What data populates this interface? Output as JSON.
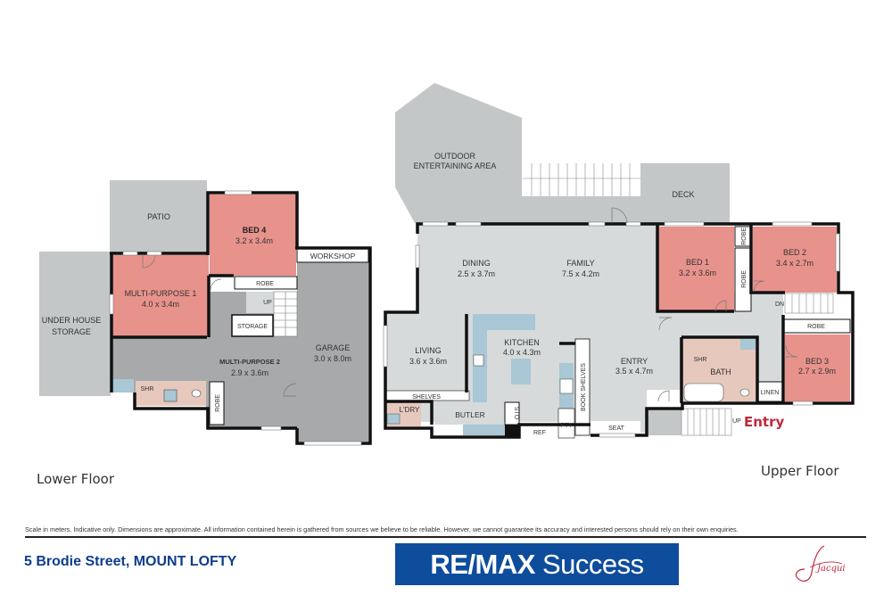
{
  "colors": {
    "wall": "#111111",
    "outdoor": "#c3c7c8",
    "interior": "#d6dadb",
    "lower_interior": "#a7a9aa",
    "bedroom": "#e8928c",
    "wet_area": "#e6c8bc",
    "bench": "#a9c7d4",
    "white_fixture": "#ffffff",
    "entry_text": "#c0283d",
    "address_text": "#0e3d8c",
    "brand_bg": "#0e4c9c"
  },
  "floor_labels": {
    "lower": "Lower Floor",
    "upper": "Upper Floor"
  },
  "lower_floor": {
    "rooms": [
      {
        "name": "PATIO",
        "dims": ""
      },
      {
        "name": "UNDER HOUSE",
        "name2": "STORAGE",
        "dims": ""
      },
      {
        "name": "MULTI-PURPOSE 1",
        "dims": "4.0 x 3.4m"
      },
      {
        "name": "BED 4",
        "dims": "3.2 x 3.4m"
      },
      {
        "name": "WORKSHOP",
        "dims": ""
      },
      {
        "name": "GARAGE",
        "dims": "3.0 x 8.0m"
      },
      {
        "name": "MULTI-PURPOSE 2",
        "dims": "2.9 x 3.6m"
      }
    ],
    "fixtures": {
      "robe_top": "ROBE",
      "up": "UP",
      "storage": "STORAGE",
      "shr": "SHR",
      "robe_side": "ROBE"
    }
  },
  "upper_floor": {
    "rooms": [
      {
        "name": "OUTDOOR",
        "name2": "ENTERTAINING AREA",
        "dims": ""
      },
      {
        "name": "DECK",
        "dims": ""
      },
      {
        "name": "DINING",
        "dims": "2.5 x 3.7m"
      },
      {
        "name": "FAMILY",
        "dims": "7.5 x 4.2m"
      },
      {
        "name": "LIVING",
        "dims": "3.6 x 3.6m"
      },
      {
        "name": "KITCHEN",
        "dims": "4.0 x 4.3m"
      },
      {
        "name": "ENTRY",
        "dims": "3.5 x 4.7m"
      },
      {
        "name": "BED 1",
        "dims": "3.2 x 3.6m"
      },
      {
        "name": "BED 2",
        "dims": "3.4 x 2.7m"
      },
      {
        "name": "BED 3",
        "dims": "2.7 x 2.9m"
      },
      {
        "name": "BATH",
        "dims": ""
      }
    ],
    "fixtures": {
      "shelves": "SHELVES",
      "ldry": "L'DRY",
      "butler": "BUTLER",
      "sto": "STO",
      "ref": "REF",
      "pty": "PTY",
      "book_shelves": "BOOK SHELVES",
      "seat": "SEAT",
      "robe_1": "ROBE",
      "robe_2": "ROBE",
      "robe_3": "ROBE",
      "dn": "DN",
      "shr": "SHR",
      "linen": "LINEN",
      "up": "UP"
    },
    "entry_marker": "Entry"
  },
  "footer": {
    "disclaimer": "Scale in meters. Indicative only. Dimensions are approximate. All information contained herein is gathered from sources we believe to be reliable. However, we cannot guarantee its accuracy and interested persons should rely on their own enquiries.",
    "address": "5 Brodie Street, MOUNT LOFTY",
    "brand_part1": "RE/MAX",
    "brand_part2": "Success",
    "signature": "Jacqui"
  }
}
